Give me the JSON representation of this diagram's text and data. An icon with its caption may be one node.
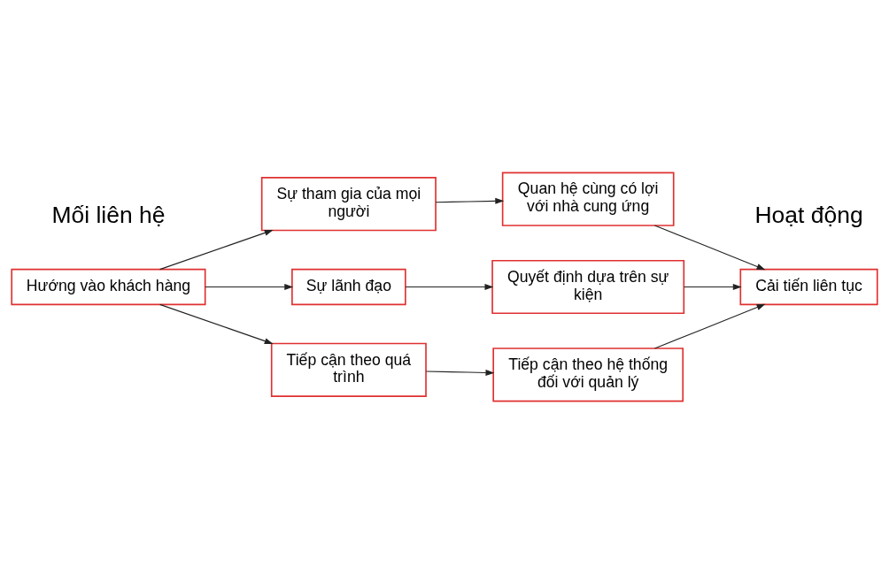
{
  "diagram": {
    "nodes": [
      {
        "text": [
          "Hướng vào khách hàng"
        ]
      },
      {
        "text": [
          "Sự tham gia của mọi người"
        ]
      },
      {
        "text": [
          "Quan hệ cùng có lợi với nhà cung ứng"
        ]
      },
      {
        "text": [
          "Sự lãnh đạo"
        ]
      },
      {
        "text": [
          "Quyết định dựa trên sự kiện"
        ]
      },
      {
        "text": [
          "Tiếp cận theo quá trình"
        ]
      },
      {
        "text": [
          "Tiếp cận theo hệ thống đối với quản lý"
        ]
      },
      {
        "text": [
          "Cải tiến liên tục"
        ]
      }
    ],
    "edges": [
      {
        "from": 0,
        "to": 1,
        "arrow": "to"
      },
      {
        "from": 1,
        "to": 2,
        "arrow": "to"
      },
      {
        "from": 2,
        "to": 7,
        "arrow": "to"
      },
      {
        "from": 0,
        "to": 3,
        "arrow": "to"
      },
      {
        "from": 3,
        "to": 4,
        "arrow": "to"
      },
      {
        "from": 4,
        "to": 7,
        "arrow": "to"
      },
      {
        "from": 0,
        "to": 5,
        "arrow": "to"
      },
      {
        "from": 5,
        "to": 6,
        "arrow": "to"
      },
      {
        "from": 6,
        "to": 7,
        "arrow": "to"
      }
    ],
    "labels": [
      "Mối liên hệ",
      "Hoạt động"
    ]
  }
}
